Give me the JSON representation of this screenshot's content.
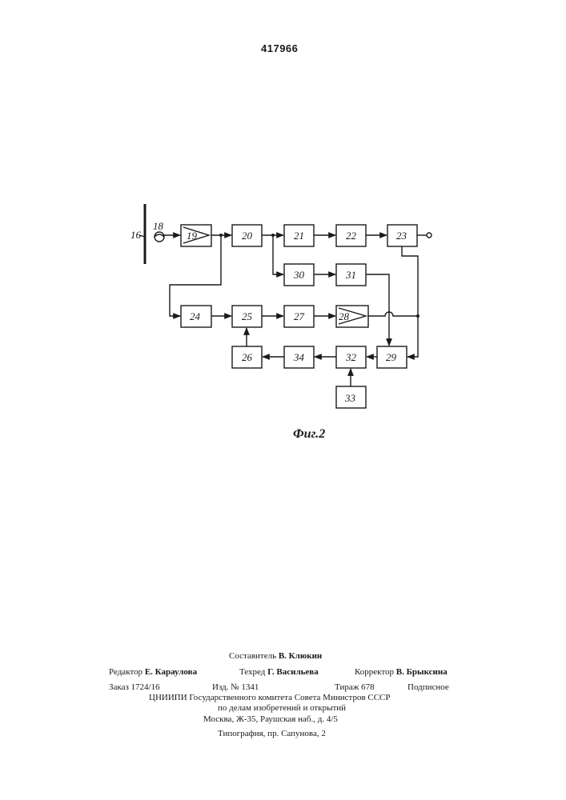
{
  "header": {
    "patent_number": "417966"
  },
  "diagram": {
    "blocks": [
      {
        "id": "b19",
        "label": "19"
      },
      {
        "id": "b20",
        "label": "20"
      },
      {
        "id": "b21",
        "label": "21"
      },
      {
        "id": "b22",
        "label": "22"
      },
      {
        "id": "b23",
        "label": "23"
      },
      {
        "id": "b30",
        "label": "30"
      },
      {
        "id": "b31",
        "label": "31"
      },
      {
        "id": "b24",
        "label": "24"
      },
      {
        "id": "b25",
        "label": "25"
      },
      {
        "id": "b27",
        "label": "27"
      },
      {
        "id": "b28",
        "label": "28"
      },
      {
        "id": "b26",
        "label": "26"
      },
      {
        "id": "b34",
        "label": "34"
      },
      {
        "id": "b32",
        "label": "32"
      },
      {
        "id": "b29",
        "label": "29"
      },
      {
        "id": "b33",
        "label": "33"
      }
    ],
    "labels": {
      "strip": "16",
      "coil": "18"
    },
    "caption": "Фиг.2"
  },
  "imprint": {
    "compiler_label": "Составитель",
    "compiler_name": "В. Клюкин",
    "editor_label": "Редактор",
    "editor_name": "Е. Караулова",
    "techred_label": "Техред",
    "techred_name": "Г. Васильева",
    "corrector_label": "Корректор",
    "corrector_name": "В. Брыксина",
    "order": "Заказ 1724/16",
    "edition": "Изд. № 1341",
    "circulation": "Тираж 678",
    "subscription": "Подписное",
    "org_line1": "ЦНИИПИ Государственного комитета Совета Министров СССР",
    "org_line2": "по делам изобретений и открытий",
    "address": "Москва, Ж-35, Раушская наб., д. 4/5",
    "printer": "Типография, пр. Сапунова, 2"
  }
}
